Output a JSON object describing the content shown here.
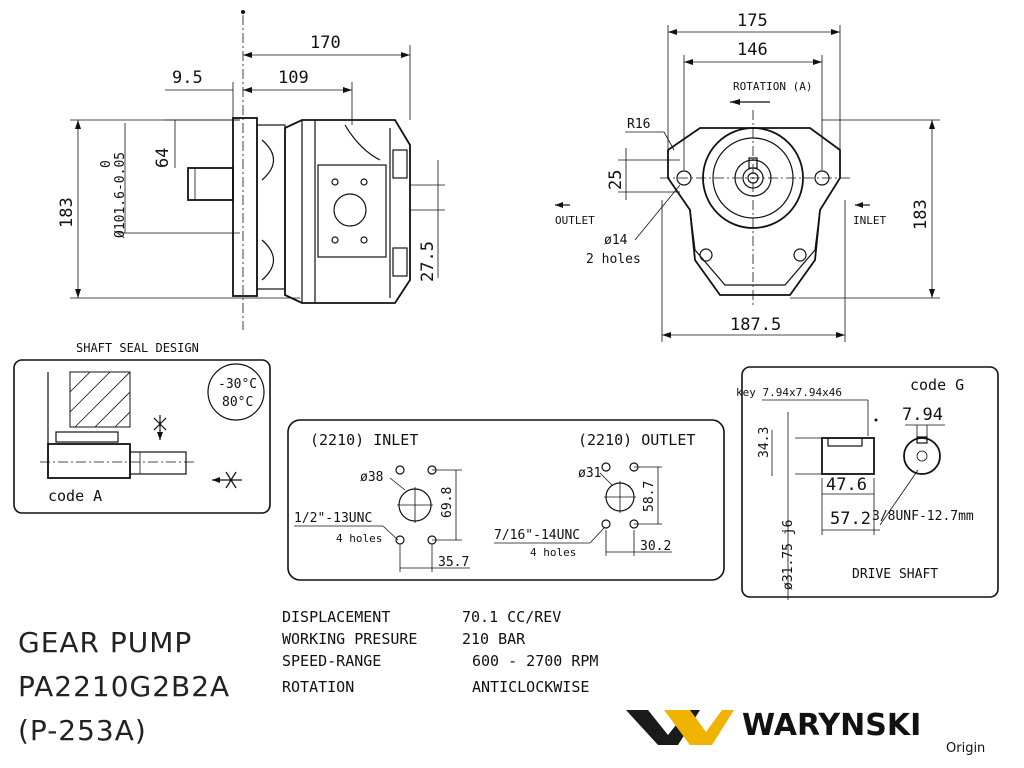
{
  "side_view": {
    "dims": {
      "d170": "170",
      "d109": "109",
      "d9_5": "9.5",
      "d64": "64",
      "d183": "183",
      "d27_5": "27.5",
      "tol_upper": "0",
      "tol_lower": "Ø101.6-0.05"
    }
  },
  "front_view": {
    "dims": {
      "d175": "175",
      "d146": "146",
      "d183": "183",
      "d187_5": "187.5",
      "d25": "25",
      "r16": "R16"
    },
    "rotation_label": "ROTATION (A)",
    "outlet_label": "OUTLET",
    "inlet_label": "INLET",
    "hole_dia": "ø14",
    "hole_count": "2 holes"
  },
  "shaft_seal": {
    "title": "SHAFT SEAL DESIGN",
    "temp_low": "-30°C",
    "temp_high": "80°C",
    "code": "code A"
  },
  "ports": {
    "inlet_title": "(2210) INLET",
    "outlet_title": "(2210) OUTLET",
    "inlet": {
      "dia": "ø38",
      "thread": "1/2\"-13UNC",
      "holes": "4 holes",
      "dim_v": "69.8",
      "dim_h": "35.7"
    },
    "outlet": {
      "dia": "ø31",
      "thread": "7/16\"-14UNC",
      "holes": "4 holes",
      "dim_v": "58.7",
      "dim_h": "30.2"
    }
  },
  "drive_shaft": {
    "code": "code G",
    "key": "key 7.94x7.94x46",
    "d7_94": "7.94",
    "d34_3": "34.3",
    "d47_6": "47.6",
    "d57_2": "57.2",
    "thread": "3/8UNF-12.7mm",
    "shaft_dia": "ø31.75 j6",
    "label": "DRIVE SHAFT"
  },
  "title_block": {
    "line1": "GEAR PUMP",
    "line2": "PA2210G2B2A",
    "line3": "(P-253A)"
  },
  "specs": [
    {
      "label": "DISPLACEMENT",
      "value": "70.1 CC/REV"
    },
    {
      "label": "WORKING PRESURE",
      "value": "210  BAR"
    },
    {
      "label": "SPEED-RANGE",
      "value": "600 - 2700  RPM"
    },
    {
      "label": "ROTATION",
      "value": "ANTICLOCKWISE"
    }
  ],
  "brand": {
    "name": "WARYNSKI",
    "sub": "Origin",
    "color_dark": "#1a1a1a",
    "color_accent": "#f0b400"
  }
}
